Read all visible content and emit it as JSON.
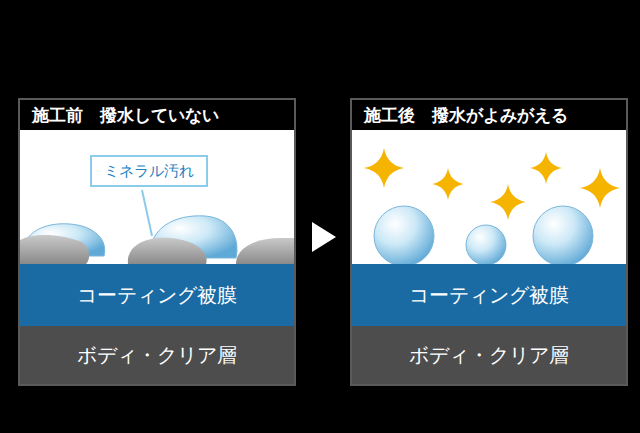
{
  "diagram": {
    "nodes": [
      {
        "text": [
          "施工前　撥水していない"
        ]
      },
      {
        "text": [
          "コーティング被膜"
        ],
        "in": 0
      },
      {
        "text": [
          "ボディ・クリア層"
        ],
        "in": 0
      },
      {
        "text": [
          "ミネラル汚れ"
        ],
        "in": 0
      },
      {
        "text": [
          "施工後　撥水がよみがえる"
        ]
      },
      {
        "text": [
          "コーティング被膜"
        ],
        "in": 4
      },
      {
        "text": [
          "ボディ・クリア層"
        ],
        "in": 4
      }
    ],
    "edges": [
      {
        "from": 0,
        "to": 4,
        "arrow": "to"
      }
    ]
  }
}
